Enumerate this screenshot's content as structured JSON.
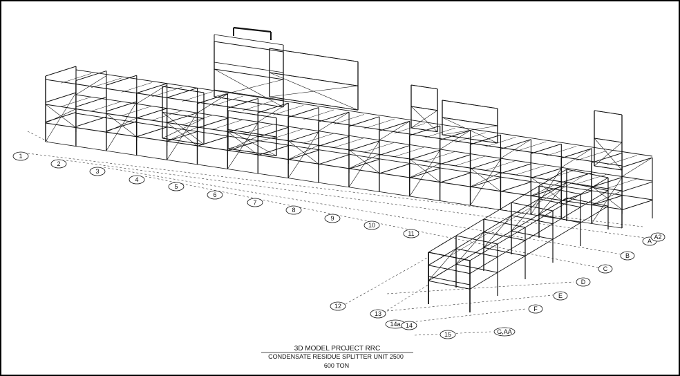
{
  "grid_labels": [
    "1",
    "2",
    "3",
    "4",
    "5",
    "6",
    "7",
    "8",
    "9",
    "10",
    "11",
    "12",
    "13",
    "14a",
    "14",
    "15"
  ],
  "row_labels": [
    "A",
    "A2",
    "B",
    "C",
    "D",
    "E",
    "F",
    "G,AA"
  ],
  "title": {
    "line1": "3D MODEL PROJECT RRC",
    "line2": "CONDENSATE RESIDUE SPLITTER UNIT 2500",
    "line3": "600 TON"
  },
  "colors": {
    "line": "#111111",
    "background": "#ffffff",
    "border": "#000000"
  }
}
